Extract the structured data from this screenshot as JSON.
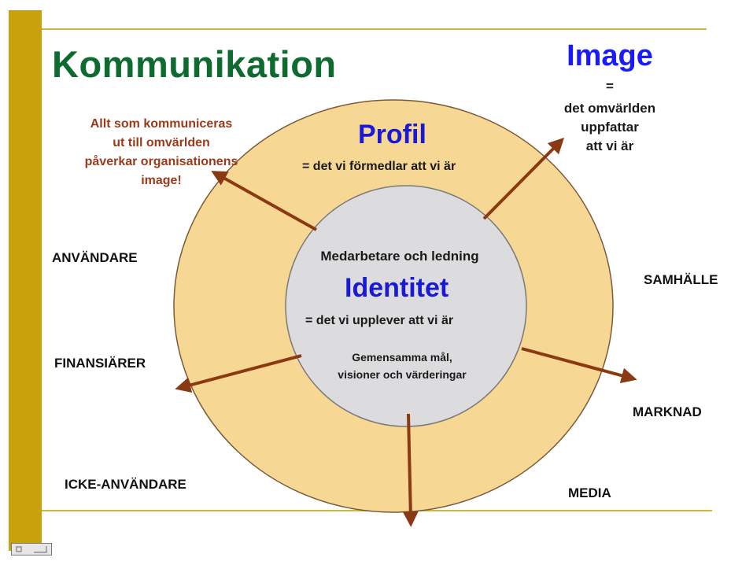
{
  "title": "Kommunikation",
  "image": {
    "heading": "Image",
    "equals": "=",
    "lines": [
      "det omvärlden",
      "uppfattar",
      "att vi är"
    ]
  },
  "note": {
    "lines": [
      "Allt som kommuniceras",
      "ut till omvärlden",
      "påverkar organisationens",
      "image!"
    ]
  },
  "outer": {
    "heading": "Profil",
    "description": "= det vi förmedlar att vi är"
  },
  "inner": {
    "top_text": "Medarbetare och ledning",
    "heading": "Identitet",
    "description": "= det vi upplever att vi är",
    "bottom_lines": [
      "Gemensamma mål,",
      "visioner och värderingar"
    ]
  },
  "stakeholders": {
    "anvandare": "ANVÄNDARE",
    "finansiarer": "FINANSIÄRER",
    "icke_anvandare": "ICKE-ANVÄNDARE",
    "samhalle": "SAMHÄLLE",
    "marknad": "MARKNAD",
    "media": "MEDIA"
  },
  "colors": {
    "accent_bar": "#c9a10d",
    "outer_ring": "#f7d794",
    "inner_circle": "#dcdcde",
    "arrow": "#8a3a12",
    "title_green": "#0d6b2f",
    "heading_blue": "#1a1ad6"
  },
  "icons": {
    "corner": "slide-navigation-icon"
  }
}
